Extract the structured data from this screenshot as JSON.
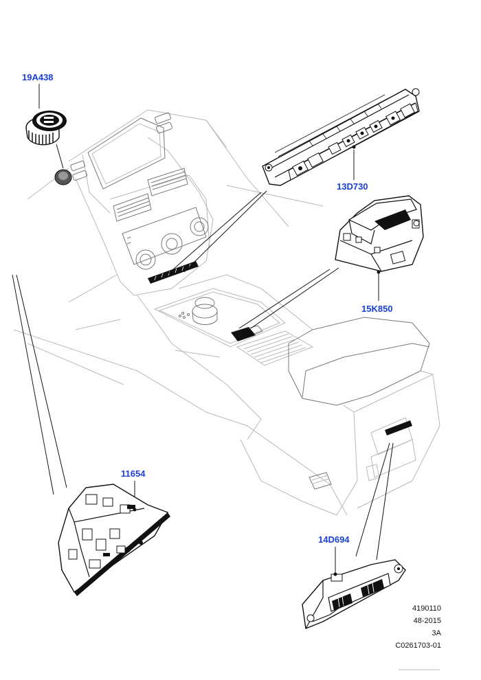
{
  "callouts": [
    {
      "id": "19A438",
      "text": "19A438",
      "target": "usb-power-socket"
    },
    {
      "id": "13D730",
      "text": "13D730",
      "target": "climate-control-switch-panel"
    },
    {
      "id": "15K850",
      "text": "15K850",
      "target": "console-switch-module"
    },
    {
      "id": "11654",
      "text": "11654",
      "target": "dashboard-switch-pack"
    },
    {
      "id": "14D694",
      "text": "14D694",
      "target": "rear-heated-seat-switch"
    }
  ],
  "reference": {
    "line1": "4190110",
    "line2": "48-2015",
    "line3": "3A",
    "line4": "C0261703-01"
  }
}
